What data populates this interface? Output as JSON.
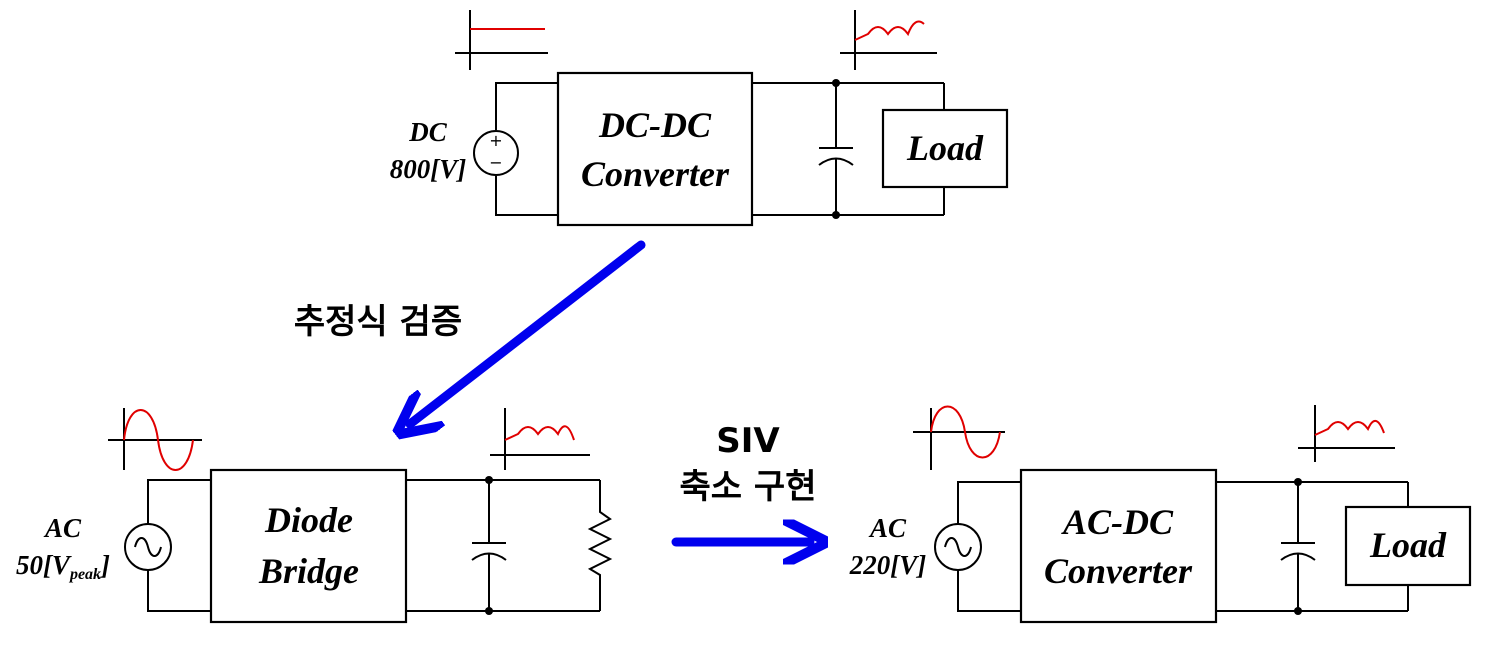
{
  "top_circuit": {
    "source_label_line1": "DC",
    "source_label_line2": "800[V]",
    "converter_line1": "DC-DC",
    "converter_line2": "Converter",
    "load_label": "Load"
  },
  "bottom_left_circuit": {
    "source_label_line1": "AC",
    "source_label_line2_main": "50[V",
    "source_label_line2_sub": "peak",
    "source_label_line2_end": "]",
    "converter_line1": "Diode",
    "converter_line2": "Bridge"
  },
  "bottom_right_circuit": {
    "source_label_line1": "AC",
    "source_label_line2": "220[V]",
    "converter_line1": "AC-DC",
    "converter_line2": "Converter",
    "load_label": "Load"
  },
  "arrows": {
    "verify_label": "추정식 검증",
    "implement_label_line1": "SIV",
    "implement_label_line2": "축소 구현"
  },
  "colors": {
    "waveform": "#e00000",
    "arrow": "#0000ee",
    "line": "#000000"
  }
}
